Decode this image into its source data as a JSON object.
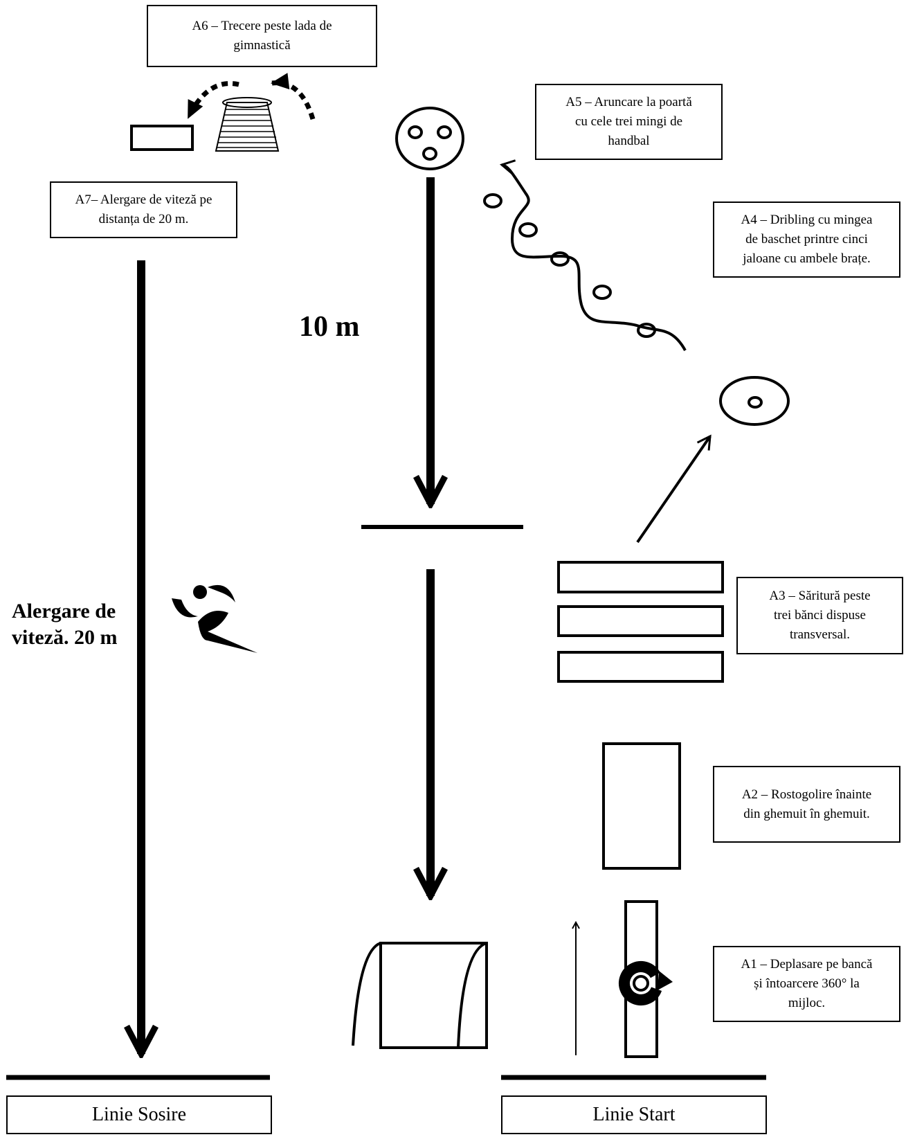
{
  "stations": {
    "a1": "A1 – Deplasare pe bancă\nși întoarcere 360° la\nmijloc.",
    "a2": "A2 – Rostogolire înainte\ndin ghemuit în ghemuit.",
    "a3": "A3 – Săritură peste\ntrei bănci dispuse\ntransversal.",
    "a4": "A4 – Dribling cu mingea\nde baschet printre cinci\njaloane cu ambele brațe.",
    "a5": "A5 – Aruncare la poartă\ncu cele trei mingi de\nhandbal",
    "a6": "A6 – Trecere peste lada de\ngimnastică",
    "a7": "A7– Alergare de viteză pe\ndistanța de 20 m."
  },
  "distance_label": "10 m",
  "sprint_label": "Alergare de\nviteză. 20 m",
  "finish_label": "Linie Sosire",
  "start_label": "Linie Start",
  "icons": [
    "running-person-icon",
    "rotation-icon",
    "gymnastics-box-icon",
    "handball-goal-icon",
    "cone-icon",
    "target-icon",
    "hurdle-bench-icon"
  ]
}
